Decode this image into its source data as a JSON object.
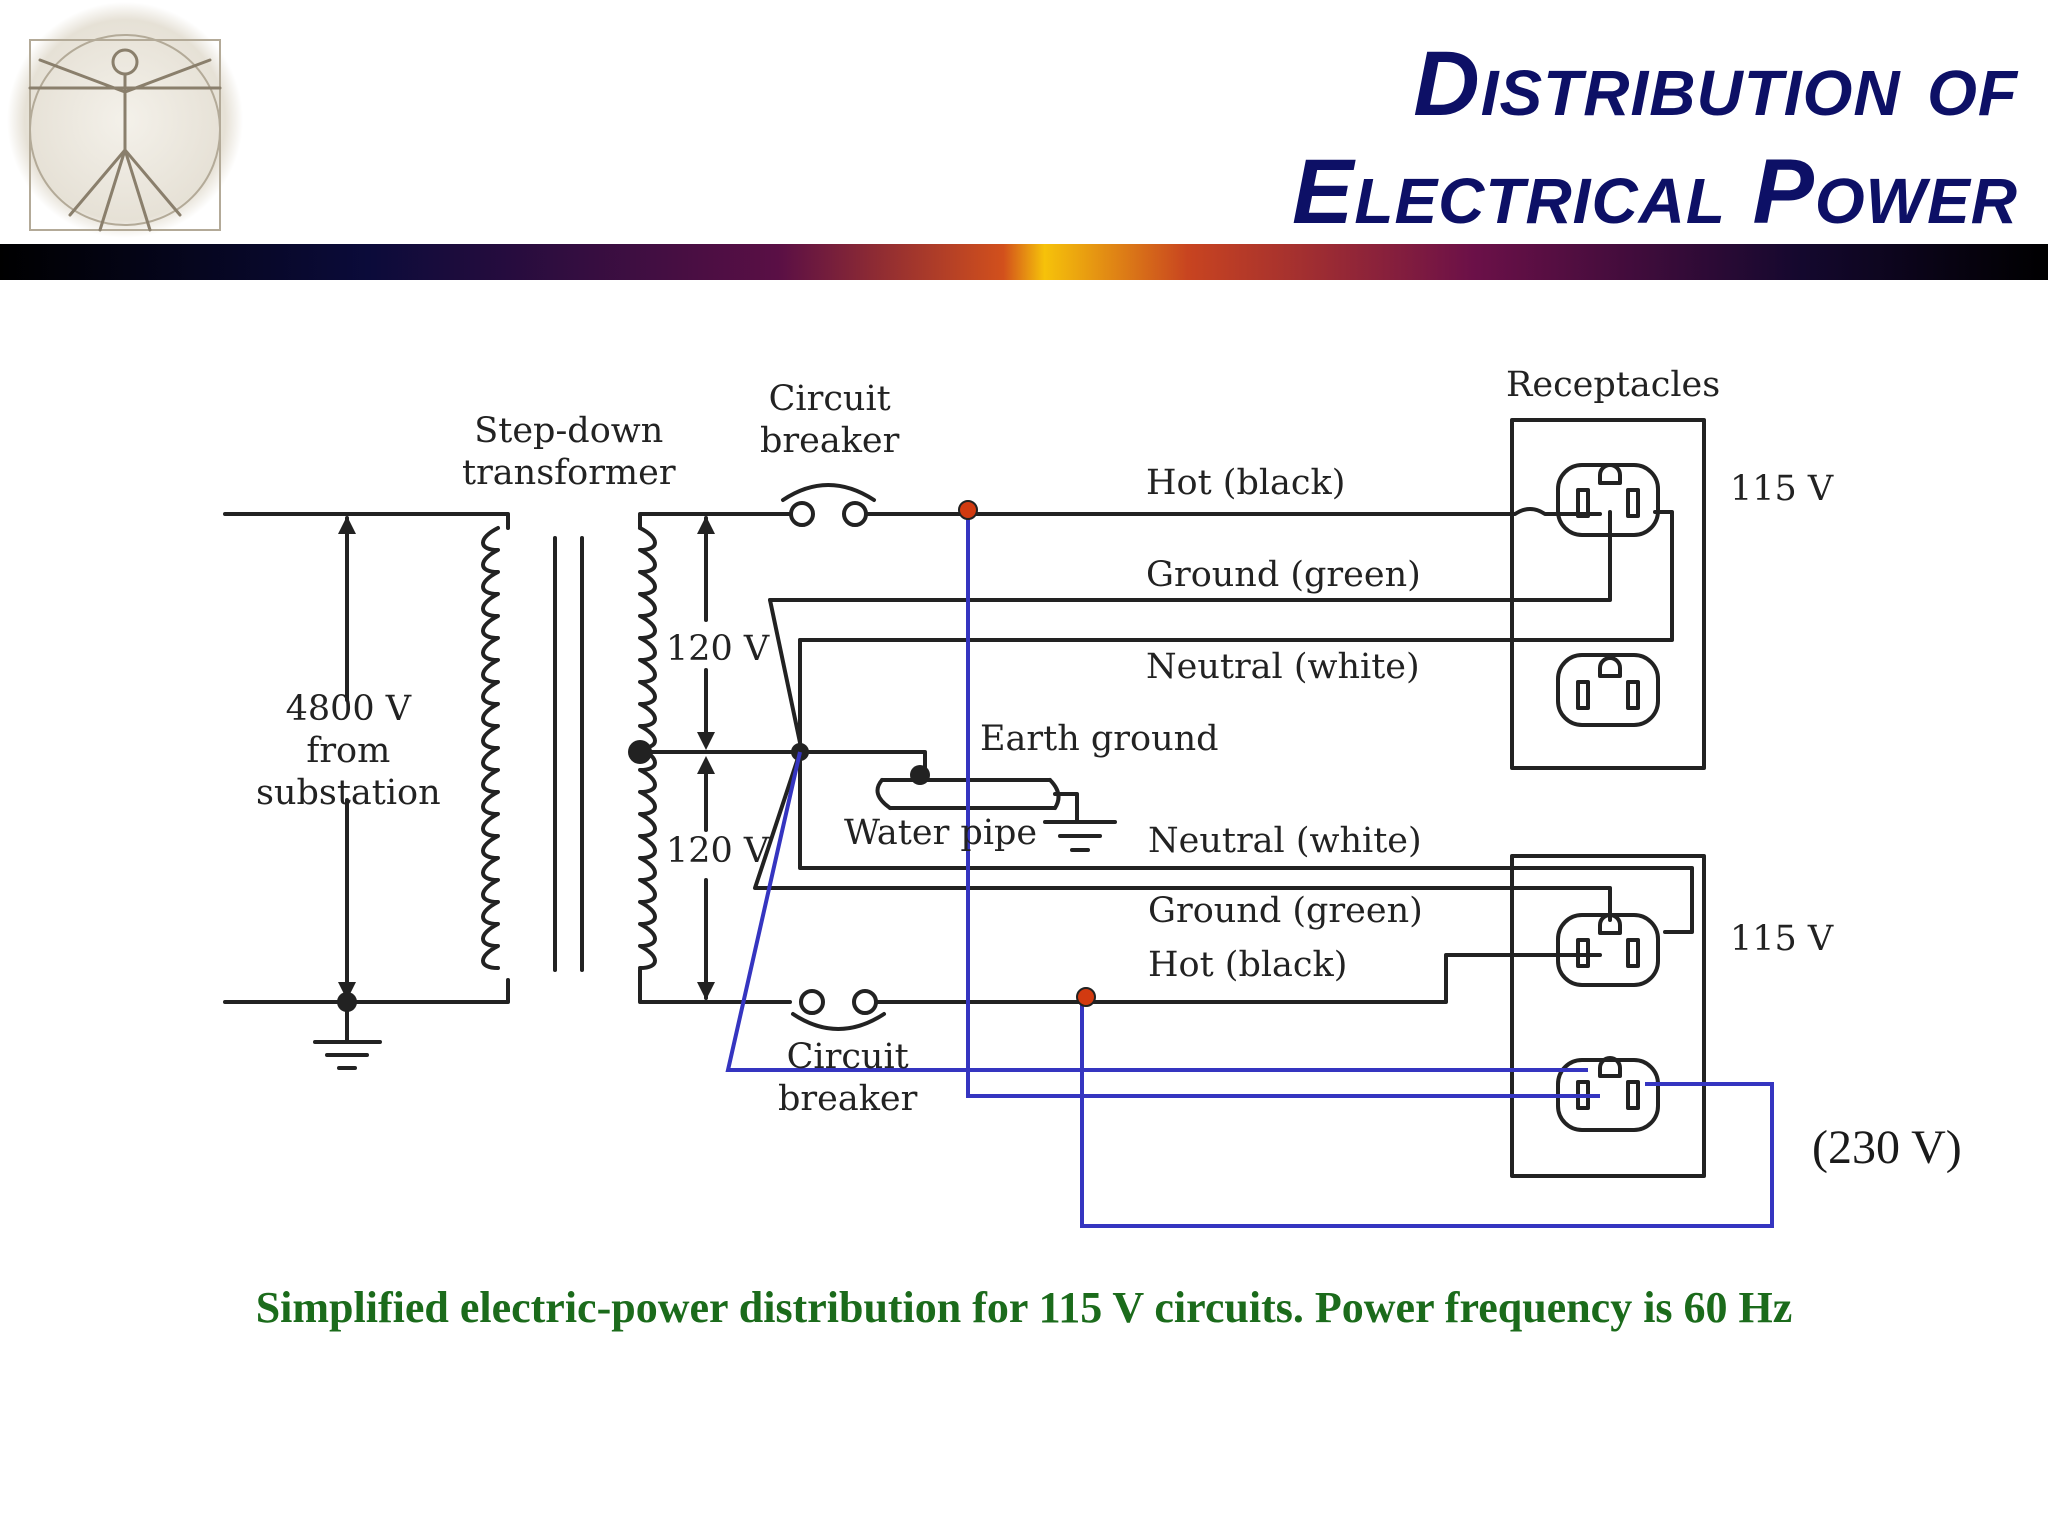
{
  "title": {
    "line1": "Distribution of",
    "line2": "Electrical Power"
  },
  "logo": {
    "icon": "vitruvian-man-icon"
  },
  "diagram": {
    "labels": {
      "step_down_1": "Step-down",
      "step_down_2": "transformer",
      "cb_top_1": "Circuit",
      "cb_top_2": "breaker",
      "cb_bottom_1": "Circuit",
      "cb_bottom_2": "breaker",
      "receptacles": "Receptacles",
      "hot_black_top": "Hot (black)",
      "ground_green_top": "Ground (green)",
      "neutral_white_top": "Neutral (white)",
      "earth_ground": "Earth ground",
      "water_pipe": "Water pipe",
      "neutral_white_bottom": "Neutral (white)",
      "ground_green_bottom": "Ground (green)",
      "hot_black_bottom": "Hot (black)",
      "v120_top": "120 V",
      "v120_bottom": "120 V",
      "v115_top": "115 V",
      "v115_bottom": "115 V",
      "src_1": "4800 V",
      "src_2": "from",
      "src_3": "substation"
    },
    "note_230": "(230 V)",
    "colors": {
      "wire": "#222222",
      "highlight_wire": "#3535c0",
      "highlight_node": "#d23a10"
    }
  },
  "caption": "Simplified electric-power distribution for 115 V circuits. Power frequency is 60 Hz"
}
